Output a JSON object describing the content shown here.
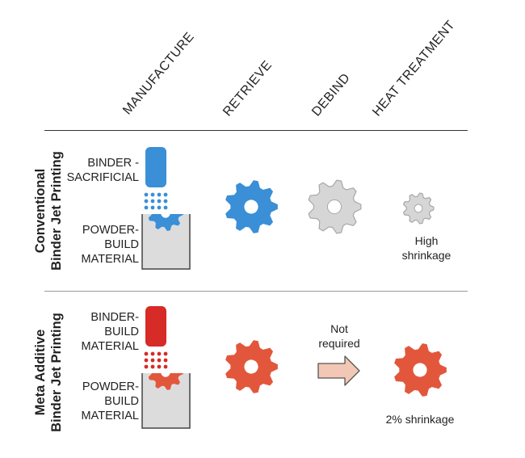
{
  "columns": {
    "manufacture": "MANUFACTURE",
    "retrieve": "RETRIEVE",
    "debind": "DEBIND",
    "heat_treatment": "HEAT TREATMENT"
  },
  "rows": {
    "conventional": {
      "title_line1": "Conventional",
      "title_line2": "Binder Jet Printing",
      "binder_line1": "BINDER -",
      "binder_line2": "SACRIFICIAL",
      "powder_line1": "POWDER-",
      "powder_line2": "BUILD",
      "powder_line3": "MATERIAL",
      "heat_note_line1": "High",
      "heat_note_line2": "shrinkage"
    },
    "meta": {
      "title_line1": "Meta Additive",
      "title_line2": "Binder Jet Printing",
      "binder_line1": "BINDER-",
      "binder_line2": "BUILD",
      "binder_line3": "MATERIAL",
      "powder_line1": "POWDER-",
      "powder_line2": "BUILD",
      "powder_line3": "MATERIAL",
      "debind_note_line1": "Not",
      "debind_note_line2": "required",
      "heat_note": "2% shrinkage"
    }
  },
  "colors": {
    "blue": "#3a8fd6",
    "red": "#d62b26",
    "orange": "#e2573c",
    "gray_gear": "#d6d6d6",
    "gear_outline": "#a8a8a8",
    "box_fill": "#dcdcdc",
    "arrow_fill": "#f3c7b5"
  },
  "icons": {
    "gear": "gear-icon",
    "arrow": "arrow-right-icon"
  }
}
